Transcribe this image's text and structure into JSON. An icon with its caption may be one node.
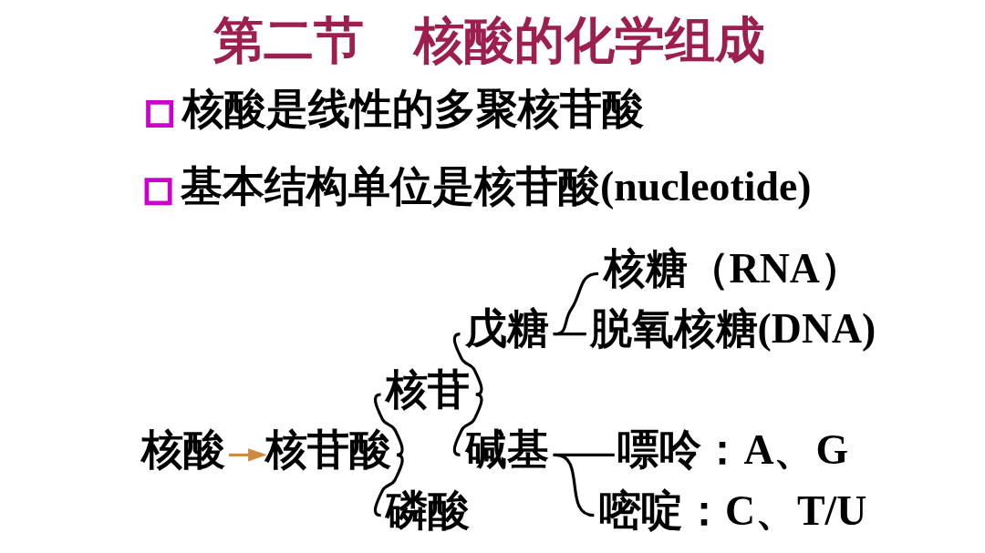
{
  "diagram": {
    "title": "第二节　核酸的化学组成",
    "nodes": [
      {
        "text": [
          "核酸"
        ]
      },
      {
        "text": [
          "核苷酸"
        ]
      },
      {
        "text": [
          "核苷"
        ]
      },
      {
        "text": [
          "磷酸"
        ]
      },
      {
        "text": [
          "戊糖"
        ]
      },
      {
        "text": [
          "碱基"
        ]
      },
      {
        "text": [
          "核糖（RNA）"
        ]
      },
      {
        "text": [
          "脱氧核糖(DNA)"
        ]
      },
      {
        "text": [
          "嘌呤：A、G"
        ]
      },
      {
        "text": [
          "嘧啶：C、T/U"
        ]
      }
    ],
    "edges": [
      {
        "from": 0,
        "to": 1,
        "arrow": "to",
        "color": "#d08a40"
      },
      {
        "from": 1,
        "to": 2,
        "arrow": "none"
      },
      {
        "from": 1,
        "to": 3,
        "arrow": "none"
      },
      {
        "from": 2,
        "to": 4,
        "arrow": "none"
      },
      {
        "from": 2,
        "to": 5,
        "arrow": "none"
      },
      {
        "from": 4,
        "to": 6,
        "arrow": "none"
      },
      {
        "from": 4,
        "to": 7,
        "arrow": "none"
      },
      {
        "from": 5,
        "to": 8,
        "arrow": "none"
      },
      {
        "from": 5,
        "to": 9,
        "arrow": "none"
      }
    ],
    "labels": [
      "核酸是线性的多聚核苷酸",
      "基本结构单位是核苷酸(nucleotide)"
    ]
  }
}
